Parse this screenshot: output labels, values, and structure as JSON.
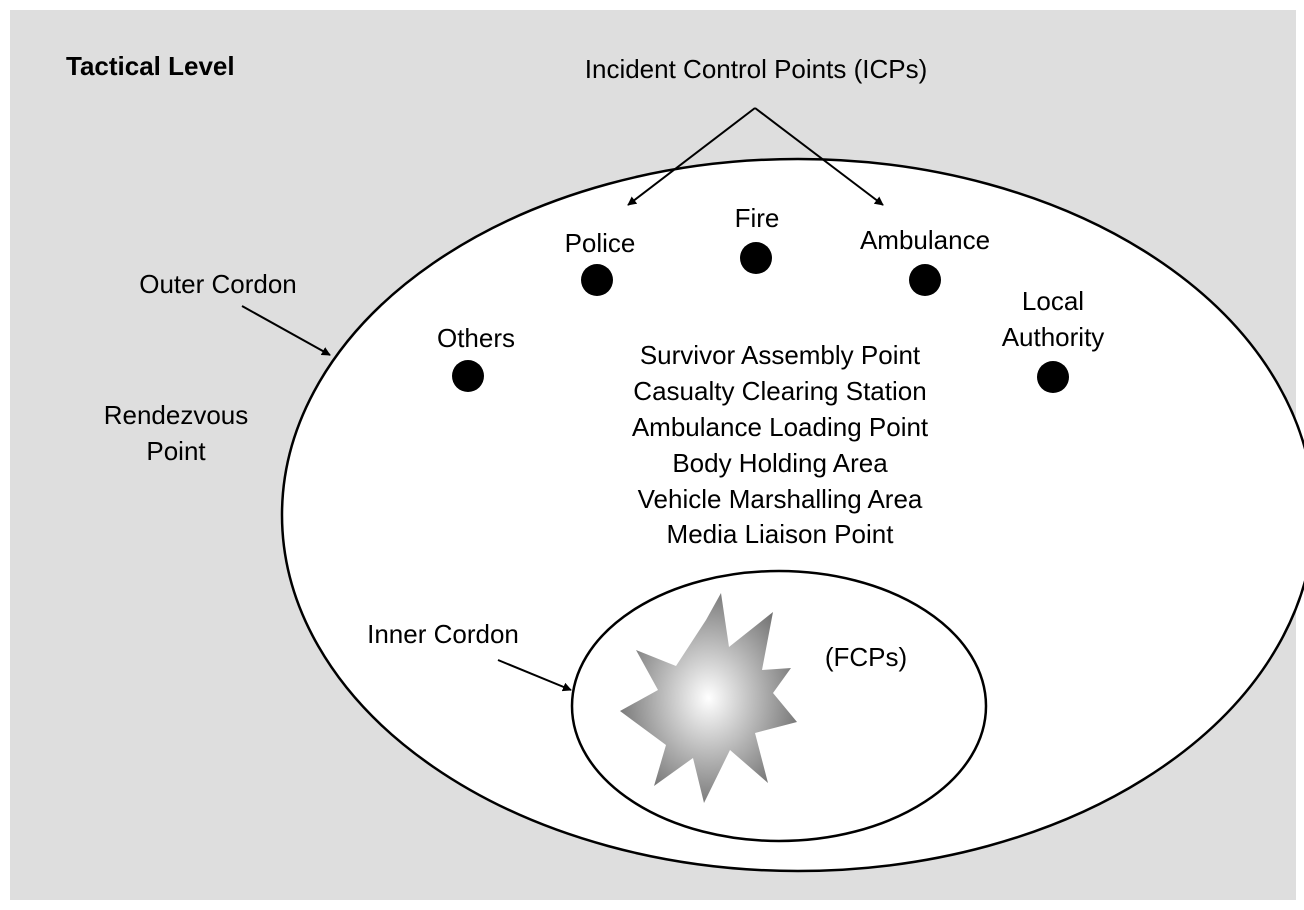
{
  "colors": {
    "panel_background": "#dedede",
    "ellipse_fill": "#ffffff",
    "stroke": "#000000",
    "explosion_center": "#ffffff",
    "explosion_edge": "#6f6f6f"
  },
  "title": "Tactical Level",
  "icp_heading": "Incident Control Points (ICPs)",
  "labels": {
    "outer_cordon": "Outer Cordon",
    "rendezvous_line1": "Rendezvous",
    "rendezvous_line2": "Point",
    "inner_cordon": "Inner Cordon",
    "fcps": "(FCPs)"
  },
  "control_points": [
    {
      "name": "police",
      "lines": [
        "Police"
      ]
    },
    {
      "name": "fire",
      "lines": [
        "Fire"
      ]
    },
    {
      "name": "ambulance",
      "lines": [
        "Ambulance"
      ]
    },
    {
      "name": "local-authority",
      "lines": [
        "Local",
        "Authority"
      ]
    },
    {
      "name": "others",
      "lines": [
        "Others"
      ]
    }
  ],
  "facilities": [
    "Survivor Assembly Point",
    "Casualty Clearing Station",
    "Ambulance Loading Point",
    "Body Holding Area",
    "Vehicle Marshalling Area",
    "Media Liaison Point"
  ],
  "icons": {
    "control_point_marker": "filled-circle-icon",
    "incident": "explosion-icon",
    "pointer": "arrow-icon"
  }
}
